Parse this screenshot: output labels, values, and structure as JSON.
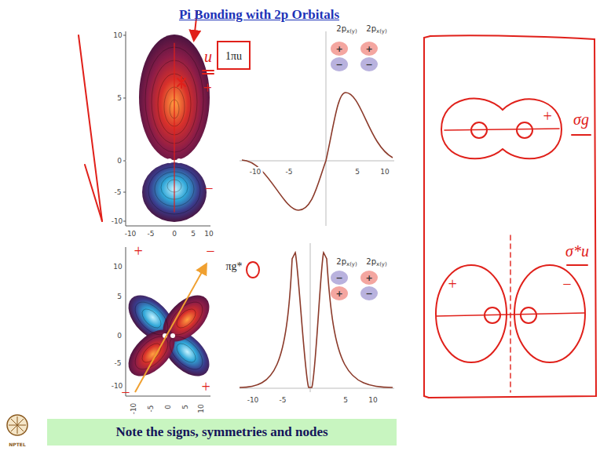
{
  "diagram": {
    "title": "Pi Bonding with 2p Orbitals",
    "nodes": [
      {
        "text": [
          "1πu"
        ]
      },
      {
        "text": [
          "Note the signs, symmetries and nodes"
        ]
      }
    ],
    "labels": [
      "10",
      "5",
      "0",
      "-5",
      "-10",
      "-10",
      "-5",
      "0",
      "5",
      "10",
      "-10",
      "-5",
      "5",
      "10",
      "2p",
      "x(y)",
      "2p",
      "x(y)",
      "+",
      "+",
      "−",
      "−",
      "u",
      "+",
      "−",
      "10",
      "5",
      "0",
      "-5",
      "-10",
      "-10",
      "-5",
      "0",
      "5",
      "10",
      "πg*",
      "-10",
      "-5",
      "5",
      "10",
      "2p",
      "x(y)",
      "2p",
      "x(y)",
      "−",
      "+",
      "+",
      "−",
      "+",
      "−",
      "−",
      "+",
      "σg",
      "+",
      "+",
      "−",
      "σ*u",
      "NPTEL"
    ]
  }
}
